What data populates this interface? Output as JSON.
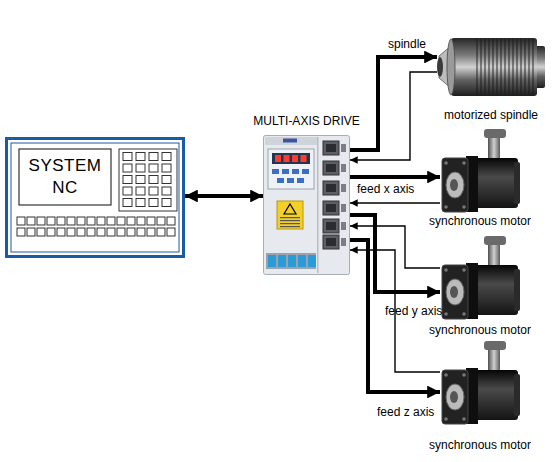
{
  "diagram": {
    "nodes": [
      {
        "text": [
          "SYSTEM NC"
        ]
      },
      {
        "text": [
          "MULTI-AXIS DRIVE"
        ]
      },
      {
        "text": [
          "motorized spindle"
        ]
      },
      {
        "text": [
          "synchronous motor"
        ]
      },
      {
        "text": [
          "synchronous motor"
        ]
      },
      {
        "text": [
          "synchronous motor"
        ]
      }
    ],
    "edges": [
      {
        "from": 0,
        "to": 1,
        "arrow": "both"
      },
      {
        "from": 1,
        "to": 2,
        "label": "spindle",
        "arrow": "to"
      },
      {
        "from": 2,
        "to": 1,
        "arrow": "to"
      },
      {
        "from": 1,
        "to": 3,
        "label": "feed x axis",
        "arrow": "to"
      },
      {
        "from": 3,
        "to": 1,
        "arrow": "to"
      },
      {
        "from": 1,
        "to": 4,
        "label": "feed y axis",
        "arrow": "to"
      },
      {
        "from": 4,
        "to": 1,
        "arrow": "to"
      },
      {
        "from": 1,
        "to": 5,
        "label": "feed z axis",
        "arrow": "to"
      },
      {
        "from": 5,
        "to": 1,
        "arrow": "to"
      }
    ]
  }
}
